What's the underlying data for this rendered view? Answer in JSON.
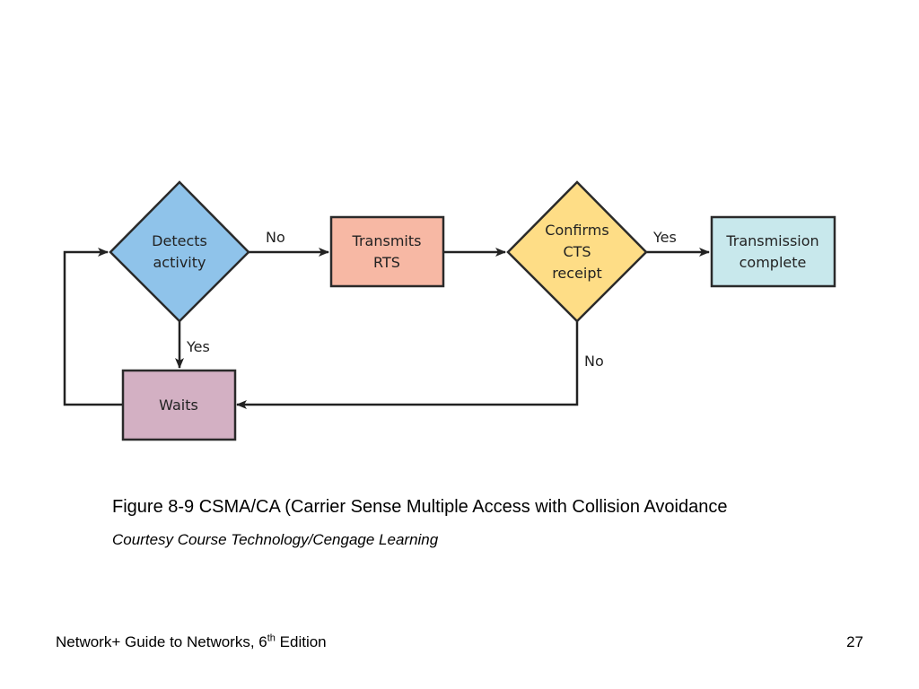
{
  "diagram": {
    "nodes": {
      "detects": {
        "lines": [
          "Detects",
          "activity"
        ],
        "fill": "#8fc3ea"
      },
      "transmits": {
        "lines": [
          "Transmits",
          "RTS"
        ],
        "fill": "#f7b8a4"
      },
      "confirms": {
        "lines": [
          "Confirms",
          "CTS",
          "receipt"
        ],
        "fill": "#fedd86"
      },
      "complete": {
        "lines": [
          "Transmission",
          "complete"
        ],
        "fill": "#c8e8ec"
      },
      "waits": {
        "lines": [
          "Waits"
        ],
        "fill": "#d3b0c3"
      }
    },
    "edge_labels": {
      "detects_no": "No",
      "detects_yes": "Yes",
      "confirms_yes": "Yes",
      "confirms_no": "No"
    }
  },
  "caption": "Figure 8-9 CSMA/CA (Carrier Sense Multiple Access with Collision Avoidance",
  "credit": "Courtesy Course Technology/Cengage Learning",
  "footer": {
    "title_prefix": "Network+ Guide to Networks, 6",
    "title_sup": "th",
    "title_suffix": " Edition",
    "page_number": "27"
  }
}
